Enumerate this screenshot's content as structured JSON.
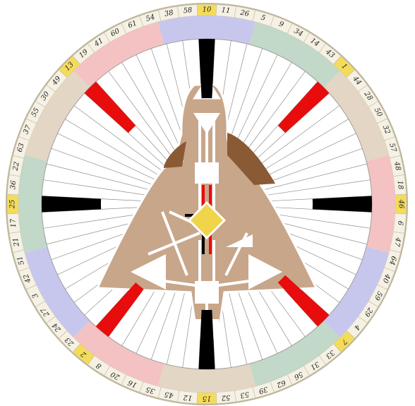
{
  "wheel": {
    "gates": [
      "10",
      "11",
      "26",
      "5",
      "9",
      "34",
      "14",
      "43",
      "1",
      "44",
      "28",
      "50",
      "32",
      "57",
      "48",
      "18",
      "46",
      "6",
      "47",
      "64",
      "40",
      "59",
      "29",
      "4",
      "7",
      "33",
      "31",
      "56",
      "62",
      "39",
      "53",
      "52",
      "15",
      "12",
      "45",
      "35",
      "16",
      "20",
      "8",
      "2",
      "23",
      "24",
      "27",
      "3",
      "42",
      "51",
      "21",
      "17",
      "25",
      "36",
      "22",
      "63",
      "37",
      "55",
      "30",
      "49",
      "13",
      "19",
      "41",
      "60",
      "61",
      "54",
      "38",
      "58"
    ],
    "highlighted_gates": [
      "10",
      "1",
      "46",
      "7",
      "15",
      "2",
      "25",
      "13"
    ],
    "colors": {
      "outer_ring": "#f5f1e4",
      "highlight": "#f4dc5a",
      "body": "#c8a68a",
      "body_dark": "#8a5a34",
      "defined": "#f0d44a",
      "activation_red": "#e80c0c",
      "activation_black": "#000000"
    },
    "zodiac_colors": [
      "#f4c2c2",
      "#c7c7ee",
      "#c2d8c8",
      "#e3d6c4",
      "#f4c2c2",
      "#c7c7ee",
      "#c2d8c8",
      "#e3d6c4",
      "#f4c2c2",
      "#c7c7ee",
      "#c2d8c8",
      "#e3d6c4"
    ],
    "activations": [
      {
        "gate": "10",
        "color": "black"
      },
      {
        "gate": "1",
        "color": "red"
      },
      {
        "gate": "46",
        "color": "black"
      },
      {
        "gate": "7",
        "color": "red"
      },
      {
        "gate": "15",
        "color": "black"
      },
      {
        "gate": "2",
        "color": "red"
      },
      {
        "gate": "25",
        "color": "black"
      },
      {
        "gate": "13",
        "color": "red"
      }
    ]
  }
}
